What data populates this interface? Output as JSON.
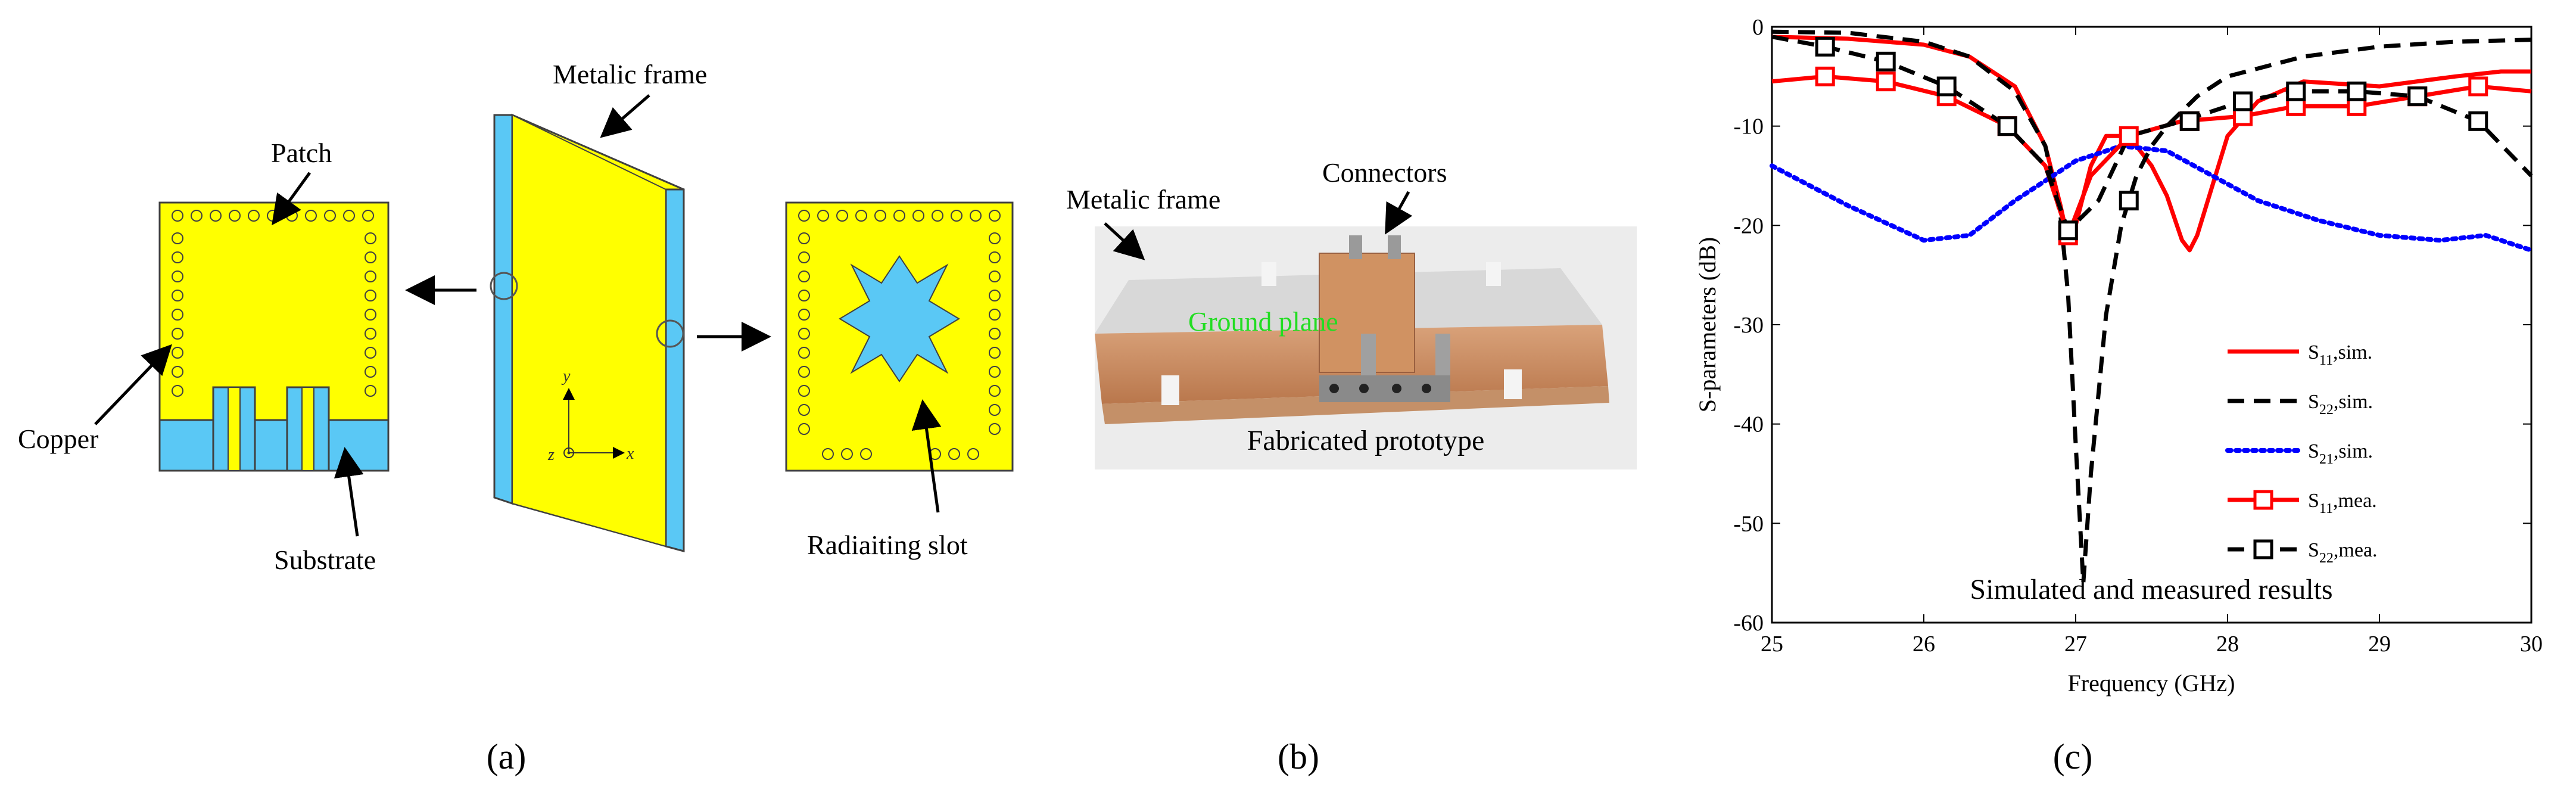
{
  "panel_a": {
    "patch_label": "Patch",
    "frame_label": "Metalic frame",
    "copper_label": "Copper",
    "substrate_label": "Substrate",
    "slot_label": "Radiaiting slot",
    "axis_y": "y",
    "axis_x": "x",
    "axis_z": "z",
    "caption": "(a)",
    "colors": {
      "metal": "#ffff00",
      "substrate": "#5ac8f5",
      "outline": "#404040"
    }
  },
  "panel_b": {
    "frame_label": "Metalic frame",
    "connectors_label": "Connectors",
    "ground_label": "Ground plane",
    "prototype_label": "Fabricated prototype",
    "caption": "(b)",
    "colors": {
      "ground_text": "#22dd22",
      "copper": "#c8875a"
    }
  },
  "panel_c": {
    "caption": "(c)",
    "colors": {
      "s11": "#ff0000",
      "s22": "#000000",
      "s21": "#0000ff"
    }
  },
  "chart_data": {
    "type": "line",
    "title": "",
    "annotation": "Simulated and measured results",
    "xlabel": "Frequency (GHz)",
    "ylabel": "S-parameters (dB)",
    "xlim": [
      25,
      30
    ],
    "ylim": [
      -60,
      0
    ],
    "xticks": [
      "25",
      "26",
      "27",
      "28",
      "29",
      "30"
    ],
    "yticks": [
      "0",
      "-10",
      "-20",
      "-30",
      "-40",
      "-50",
      "-60"
    ],
    "grid": false,
    "legend_position": "lower-right",
    "series": [
      {
        "name": "S11,sim.",
        "style": "solid",
        "color": "#ff0000",
        "x": [
          25,
          25.5,
          26,
          26.3,
          26.6,
          26.8,
          26.9,
          26.95,
          27.0,
          27.1,
          27.2,
          27.3,
          27.4,
          27.5,
          27.6,
          27.7,
          27.75,
          27.8,
          27.9,
          28.0,
          28.2,
          28.5,
          29.0,
          29.5,
          29.8,
          30
        ],
        "y": [
          -1,
          -1.2,
          -1.8,
          -3,
          -6,
          -12,
          -18,
          -21.5,
          -20,
          -14,
          -11,
          -11,
          -12,
          -14,
          -17,
          -21.5,
          -22.5,
          -21,
          -16,
          -11,
          -7.5,
          -5.5,
          -6,
          -5,
          -4.5,
          -4.5
        ]
      },
      {
        "name": "S22,sim.",
        "style": "dashed",
        "color": "#000000",
        "x": [
          25,
          25.5,
          26,
          26.3,
          26.6,
          26.8,
          26.9,
          26.95,
          27.0,
          27.05,
          27.1,
          27.2,
          27.3,
          27.4,
          27.5,
          27.6,
          27.8,
          28.0,
          28.5,
          29.0,
          29.5,
          30
        ],
        "y": [
          -0.5,
          -0.6,
          -1.5,
          -3,
          -6.5,
          -12,
          -19,
          -27,
          -42,
          -56,
          -45,
          -29,
          -20,
          -15,
          -12,
          -10,
          -7,
          -5,
          -3,
          -2,
          -1.5,
          -1.3
        ]
      },
      {
        "name": "S21,sim.",
        "style": "dotted",
        "color": "#0000ff",
        "x": [
          25,
          25.5,
          26,
          26.3,
          26.6,
          27.0,
          27.3,
          27.6,
          27.9,
          28.2,
          28.6,
          29.0,
          29.4,
          29.7,
          30
        ],
        "y": [
          -14,
          -18,
          -21.5,
          -21,
          -17.5,
          -13.5,
          -12,
          -12.5,
          -15,
          -17.5,
          -19.5,
          -21,
          -21.5,
          -21,
          -22.5
        ]
      },
      {
        "name": "S11,mea.",
        "style": "solid-square",
        "color": "#ff0000",
        "x": [
          25,
          25.35,
          25.75,
          26.15,
          26.55,
          26.8,
          26.95,
          27.1,
          27.35,
          27.7,
          28.1,
          28.45,
          28.85,
          29.25,
          29.65,
          30
        ],
        "y": [
          -5.5,
          -5,
          -5.5,
          -7,
          -10,
          -14,
          -21,
          -15,
          -11,
          -9.5,
          -9,
          -8,
          -8,
          -7,
          -6,
          -6.5
        ]
      },
      {
        "name": "S22,mea.",
        "style": "dashed-square",
        "color": "#000000",
        "x": [
          25,
          25.35,
          25.75,
          26.15,
          26.55,
          26.8,
          26.95,
          27.15,
          27.35,
          27.7,
          28.1,
          28.45,
          28.85,
          29.25,
          29.65,
          30
        ],
        "y": [
          -1,
          -2,
          -3.5,
          -6,
          -10,
          -14,
          -20.5,
          -17.5,
          -11,
          -9.5,
          -7.5,
          -6.5,
          -6.5,
          -7,
          -9.5,
          -15
        ]
      }
    ],
    "markers": {
      "S11,mea.": {
        "x": [
          25.35,
          25.75,
          26.15,
          26.55,
          26.95,
          27.35,
          27.75,
          28.1,
          28.45,
          28.85,
          29.25,
          29.65
        ],
        "y": [
          -5,
          -5.5,
          -7,
          -10,
          -21,
          -11,
          -9.5,
          -9,
          -8,
          -8,
          -7,
          -6
        ]
      },
      "S22,mea.": {
        "x": [
          25.35,
          25.75,
          26.15,
          26.55,
          26.95,
          27.35,
          27.75,
          28.1,
          28.45,
          28.85,
          29.25,
          29.65
        ],
        "y": [
          -2,
          -3.5,
          -6,
          -10,
          -20.5,
          -17.5,
          -9.5,
          -7.5,
          -6.5,
          -6.5,
          -7,
          -9.5
        ]
      }
    },
    "legend": [
      {
        "base": "S",
        "sub": "11",
        "suffix": ",sim.",
        "style": "solid",
        "color": "#ff0000"
      },
      {
        "base": "S",
        "sub": "22",
        "suffix": ",sim.",
        "style": "dashed",
        "color": "#000000"
      },
      {
        "base": "S",
        "sub": "21",
        "suffix": ",sim.",
        "style": "dotted",
        "color": "#0000ff"
      },
      {
        "base": "S",
        "sub": "11",
        "suffix": ",mea.",
        "style": "solid-square",
        "color": "#ff0000"
      },
      {
        "base": "S",
        "sub": "22",
        "suffix": ",mea.",
        "style": "dashed-square",
        "color": "#000000"
      }
    ]
  }
}
